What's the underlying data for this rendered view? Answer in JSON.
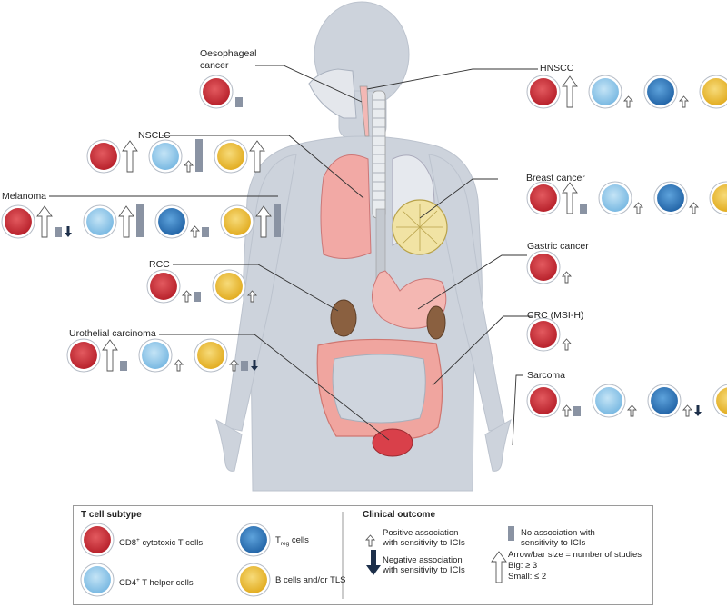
{
  "labels": {
    "oesophageal": "Oesophageal\ncancer",
    "hnscc": "HNSCC",
    "nsclc": "NSCLC",
    "breast": "Breast cancer",
    "melanoma": "Melanoma",
    "gastric": "Gastric cancer",
    "rcc": "RCC",
    "crc": "CRC (MSI-H)",
    "urothelial": "Urothelial carcinoma",
    "sarcoma": "Sarcoma"
  },
  "legend": {
    "subtype_title": "T cell subtype",
    "cd8": "CD8",
    "cd8_sup": "+",
    "cd8_rest": " cytotoxic T cells",
    "treg_t": "T",
    "treg_sub": "reg",
    "treg_rest": " cells",
    "cd4": "CD4",
    "cd4_sup": "+",
    "cd4_rest": " T helper cells",
    "bcells": "B cells and/or TLS",
    "outcome_title": "Clinical outcome",
    "positive": "Positive association\nwith sensitivity to ICIs",
    "negative": "Negative association\nwith sensitivity to ICIs",
    "no_assoc": "No association with\nsensitivity to ICIs",
    "size_note": "Arrow/bar size = number of studies",
    "big": "Big: ≥ 3",
    "small": "Small: ≤ 2"
  },
  "colors": {
    "cd8": "#c8303a",
    "cd4": "#8ec9ec",
    "treg": "#2f7bbd",
    "bcell": "#eec23c",
    "bar": "#8a93a3",
    "neg_arrow": "#1d2f4a",
    "body": "#cdd3dc"
  },
  "panels": [
    {
      "id": "oesophageal",
      "groups": [
        {
          "cell": "cd8",
          "marks": [
            {
              "t": "bar",
              "s": "s"
            }
          ]
        }
      ]
    },
    {
      "id": "hnscc",
      "groups": [
        {
          "cell": "cd8",
          "marks": [
            {
              "t": "up",
              "s": "b"
            }
          ]
        },
        {
          "cell": "cd4",
          "marks": [
            {
              "t": "up",
              "s": "s"
            }
          ]
        },
        {
          "cell": "treg",
          "marks": [
            {
              "t": "up",
              "s": "s"
            }
          ]
        },
        {
          "cell": "bcell",
          "marks": [
            {
              "t": "up",
              "s": "s"
            },
            {
              "t": "bar",
              "s": "s"
            }
          ]
        }
      ]
    },
    {
      "id": "nsclc",
      "groups": [
        {
          "cell": "cd8",
          "marks": [
            {
              "t": "up",
              "s": "b"
            }
          ]
        },
        {
          "cell": "cd4",
          "marks": [
            {
              "t": "up",
              "s": "s"
            },
            {
              "t": "bar",
              "s": "b"
            }
          ]
        },
        {
          "cell": "bcell",
          "marks": [
            {
              "t": "up",
              "s": "b"
            }
          ]
        }
      ]
    },
    {
      "id": "breast",
      "groups": [
        {
          "cell": "cd8",
          "marks": [
            {
              "t": "up",
              "s": "b"
            },
            {
              "t": "bar",
              "s": "s"
            }
          ]
        },
        {
          "cell": "cd4",
          "marks": [
            {
              "t": "up",
              "s": "s"
            }
          ]
        },
        {
          "cell": "treg",
          "marks": [
            {
              "t": "up",
              "s": "s"
            }
          ]
        },
        {
          "cell": "bcell",
          "marks": [
            {
              "t": "bar",
              "s": "s"
            }
          ]
        }
      ]
    },
    {
      "id": "melanoma",
      "groups": [
        {
          "cell": "cd8",
          "marks": [
            {
              "t": "up",
              "s": "b"
            },
            {
              "t": "bar",
              "s": "s"
            },
            {
              "t": "down",
              "s": "s"
            }
          ]
        },
        {
          "cell": "cd4",
          "marks": [
            {
              "t": "up",
              "s": "b"
            },
            {
              "t": "bar",
              "s": "b"
            }
          ]
        },
        {
          "cell": "treg",
          "marks": [
            {
              "t": "up",
              "s": "s"
            },
            {
              "t": "bar",
              "s": "s"
            }
          ]
        },
        {
          "cell": "bcell",
          "marks": [
            {
              "t": "up",
              "s": "b"
            },
            {
              "t": "bar",
              "s": "b"
            }
          ]
        }
      ]
    },
    {
      "id": "gastric",
      "groups": [
        {
          "cell": "cd8",
          "marks": [
            {
              "t": "up",
              "s": "s"
            }
          ]
        }
      ]
    },
    {
      "id": "rcc",
      "groups": [
        {
          "cell": "cd8",
          "marks": [
            {
              "t": "up",
              "s": "s"
            },
            {
              "t": "bar",
              "s": "s"
            }
          ]
        },
        {
          "cell": "bcell",
          "marks": [
            {
              "t": "up",
              "s": "s"
            }
          ]
        }
      ]
    },
    {
      "id": "crc",
      "groups": [
        {
          "cell": "cd8",
          "marks": [
            {
              "t": "up",
              "s": "s"
            }
          ]
        }
      ]
    },
    {
      "id": "urothelial",
      "groups": [
        {
          "cell": "cd8",
          "marks": [
            {
              "t": "up",
              "s": "b"
            },
            {
              "t": "bar",
              "s": "s"
            }
          ]
        },
        {
          "cell": "cd4",
          "marks": [
            {
              "t": "up",
              "s": "s"
            }
          ]
        },
        {
          "cell": "bcell",
          "marks": [
            {
              "t": "up",
              "s": "s"
            },
            {
              "t": "bar",
              "s": "s"
            },
            {
              "t": "down",
              "s": "s"
            }
          ]
        }
      ]
    },
    {
      "id": "sarcoma",
      "groups": [
        {
          "cell": "cd8",
          "marks": [
            {
              "t": "up",
              "s": "s"
            },
            {
              "t": "bar",
              "s": "s"
            }
          ]
        },
        {
          "cell": "cd4",
          "marks": [
            {
              "t": "up",
              "s": "s"
            }
          ]
        },
        {
          "cell": "treg",
          "marks": [
            {
              "t": "up",
              "s": "s"
            },
            {
              "t": "down",
              "s": "s"
            }
          ]
        },
        {
          "cell": "bcell",
          "marks": [
            {
              "t": "up",
              "s": "s"
            }
          ]
        }
      ]
    }
  ]
}
